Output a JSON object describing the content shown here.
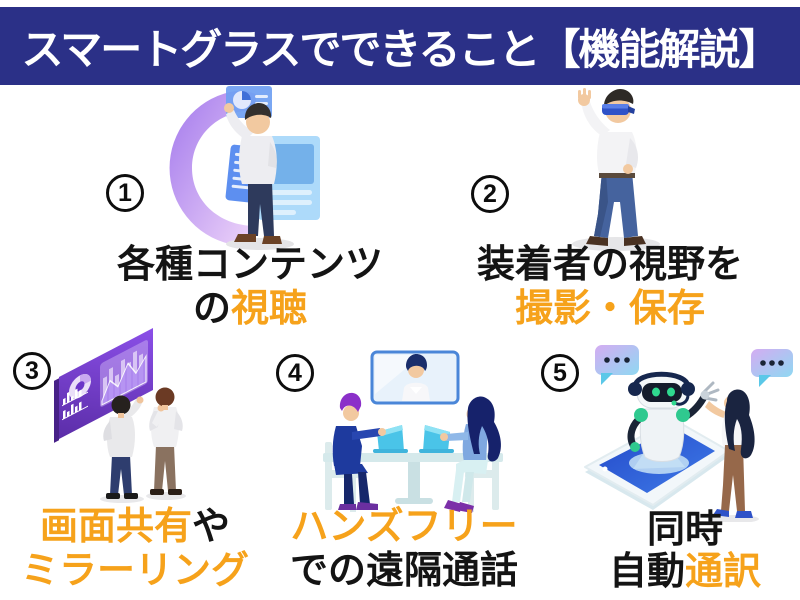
{
  "header": {
    "title": "スマートグラスでできること【機能解説】",
    "bg_color": "#2B3087",
    "text_color": "#FFFFFF"
  },
  "accent_color": "#F6A21B",
  "body_text_color": "#141414",
  "background_color": "#FFFFFF",
  "sections": [
    {
      "number": "1",
      "illustration": "man-viewing-floating-ar-content-screens",
      "lines": [
        {
          "segments": [
            {
              "text": "各種コンテンツ",
              "accent": false
            }
          ]
        },
        {
          "segments": [
            {
              "text": "の",
              "accent": false
            },
            {
              "text": "視聴",
              "accent": true
            }
          ]
        }
      ]
    },
    {
      "number": "2",
      "illustration": "man-wearing-smart-glasses-headset",
      "lines": [
        {
          "segments": [
            {
              "text": "装着者の視野を",
              "accent": false
            }
          ]
        },
        {
          "segments": [
            {
              "text": "撮影・保存",
              "accent": true
            }
          ]
        }
      ]
    },
    {
      "number": "3",
      "illustration": "two-people-viewing-shared-chart-screen",
      "lines": [
        {
          "segments": [
            {
              "text": "画面共有",
              "accent": true
            },
            {
              "text": "や",
              "accent": false
            }
          ]
        },
        {
          "segments": [
            {
              "text": "ミラーリング",
              "accent": true
            }
          ]
        }
      ]
    },
    {
      "number": "4",
      "illustration": "remote-video-call-meeting-at-table",
      "lines": [
        {
          "segments": [
            {
              "text": "ハンズフリー",
              "accent": true
            }
          ]
        },
        {
          "segments": [
            {
              "text": "での遠隔通話",
              "accent": false
            }
          ]
        }
      ]
    },
    {
      "number": "5",
      "illustration": "translation-robot-on-smartphone-with-speech-bubbles",
      "lines": [
        {
          "segments": [
            {
              "text": "同時",
              "accent": false
            }
          ]
        },
        {
          "segments": [
            {
              "text": "自動",
              "accent": false
            },
            {
              "text": "通訳",
              "accent": true
            }
          ]
        }
      ]
    }
  ]
}
